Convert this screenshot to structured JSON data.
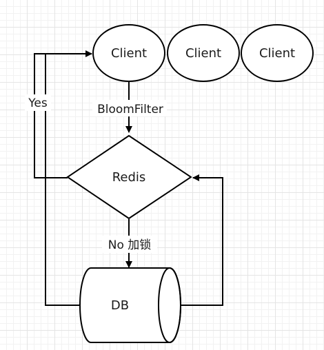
{
  "nodes": {
    "client1": "Client",
    "client2": "Client",
    "client3": "Client",
    "redis": "Redis",
    "db": "DB"
  },
  "edges": {
    "bloomfilter": "BloomFilter",
    "no_lock": "No 加锁",
    "yes": "Yes"
  },
  "colors": {
    "stroke": "#000000",
    "fill": "#ffffff",
    "grid": "#e4e4e4"
  }
}
